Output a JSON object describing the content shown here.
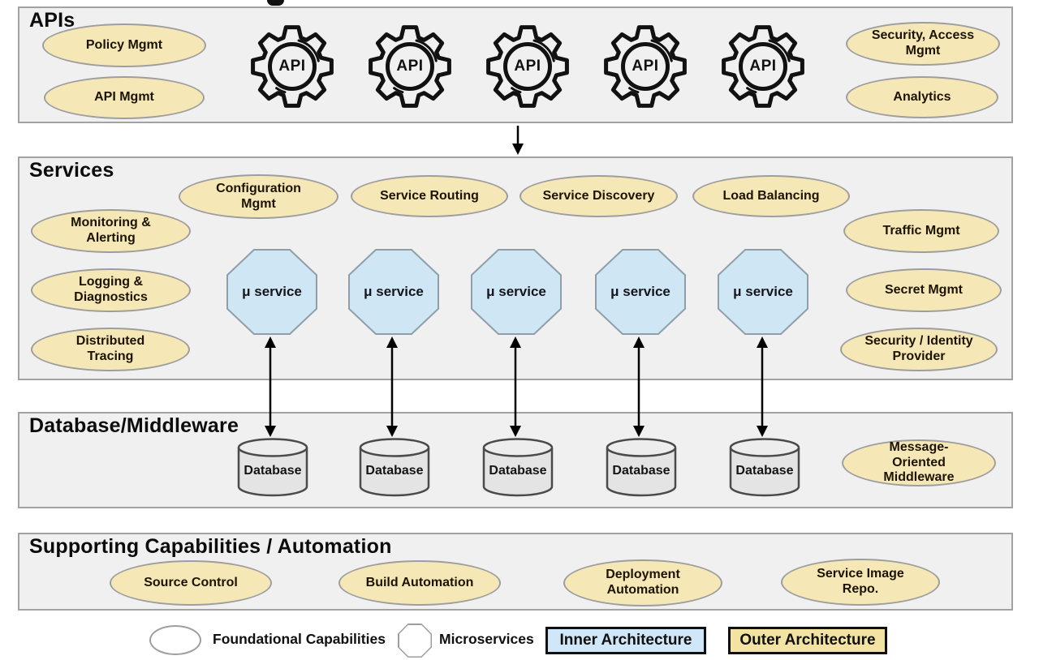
{
  "layers": {
    "apis": {
      "title": "APIs",
      "capabilities": [
        "Policy Mgmt",
        "API Mgmt",
        "Security, Access Mgmt",
        "Analytics"
      ],
      "gear_label": "API",
      "gear_count": 5
    },
    "services": {
      "title": "Services",
      "top_capabilities": [
        "Configuration Mgmt",
        "Service Routing",
        "Service Discovery",
        "Load Balancing"
      ],
      "left_capabilities": [
        "Monitoring & Alerting",
        "Logging & Diagnostics",
        "Distributed Tracing"
      ],
      "right_capabilities": [
        "Traffic Mgmt",
        "Secret Mgmt",
        "Security / Identity Provider"
      ],
      "microservice_label": "μ service",
      "microservice_count": 5
    },
    "database": {
      "title": "Database/Middleware",
      "database_label": "Database",
      "database_count": 5,
      "capabilities": [
        "Message-Oriented Middleware"
      ]
    },
    "supporting": {
      "title": "Supporting Capabilities / Automation",
      "capabilities": [
        "Source Control",
        "Build Automation",
        "Deployment Automation",
        "Service Image Repo."
      ]
    }
  },
  "legend": {
    "foundational": "Foundational Capabilities",
    "microservices": "Microservices",
    "inner": "Inner Architecture",
    "outer": "Outer Architecture"
  },
  "colors": {
    "capability_fill": "#f6e8b6",
    "capability_border": "#9e9e9e",
    "microservice_fill": "#cfe6f4",
    "microservice_border": "#8f9ea8",
    "layer_fill": "#f1f0f1",
    "layer_border": "#a2a2a2",
    "database_fill": "#e4e4e4",
    "database_top_fill": "#ededed",
    "database_border": "#4a4a4a",
    "inner_box_fill": "#cfe7f8",
    "outer_box_fill": "#f3e3a2",
    "arrow": "#000000"
  }
}
